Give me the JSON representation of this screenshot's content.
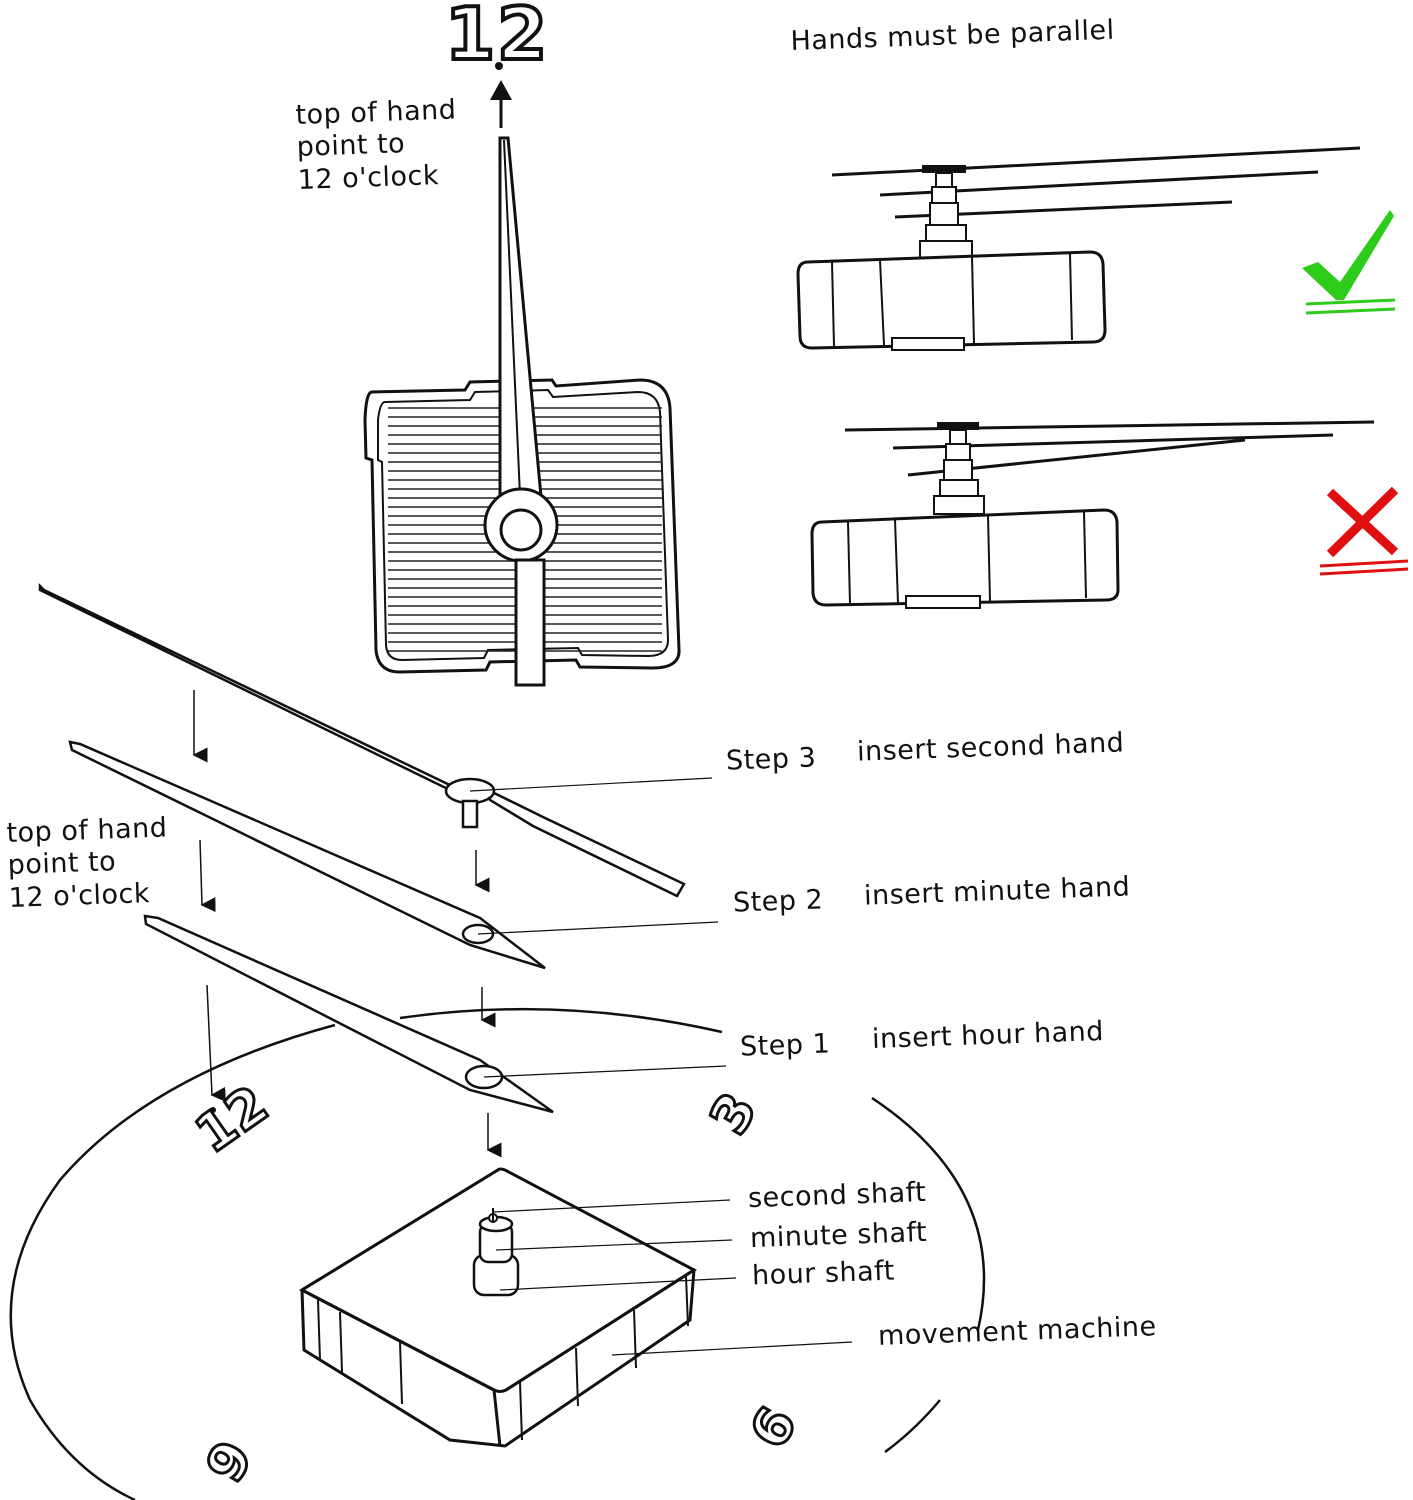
{
  "header": {
    "top_twelve": "12",
    "parallel_note": "Hands must be parallel"
  },
  "notes": {
    "top_hand_line1": "top of hand",
    "top_hand_line2": "point to",
    "top_hand_line3": "12 o'clock"
  },
  "steps": [
    {
      "step": "Step 3",
      "action": "insert second hand"
    },
    {
      "step": "Step 2",
      "action": "insert minute hand"
    },
    {
      "step": "Step 1",
      "action": "insert hour hand"
    }
  ],
  "parts": {
    "second_shaft": "second shaft",
    "minute_shaft": "minute shaft",
    "hour_shaft": "hour shaft",
    "movement": "movement  machine"
  },
  "dial_numbers": {
    "twelve": "12",
    "three": "3",
    "six": "6",
    "nine": "9"
  },
  "colors": {
    "correct": "#2ecc1a",
    "wrong": "#e01010",
    "ink": "#111111"
  },
  "icons": {
    "correct": "check-mark-icon",
    "wrong": "cross-mark-icon"
  }
}
